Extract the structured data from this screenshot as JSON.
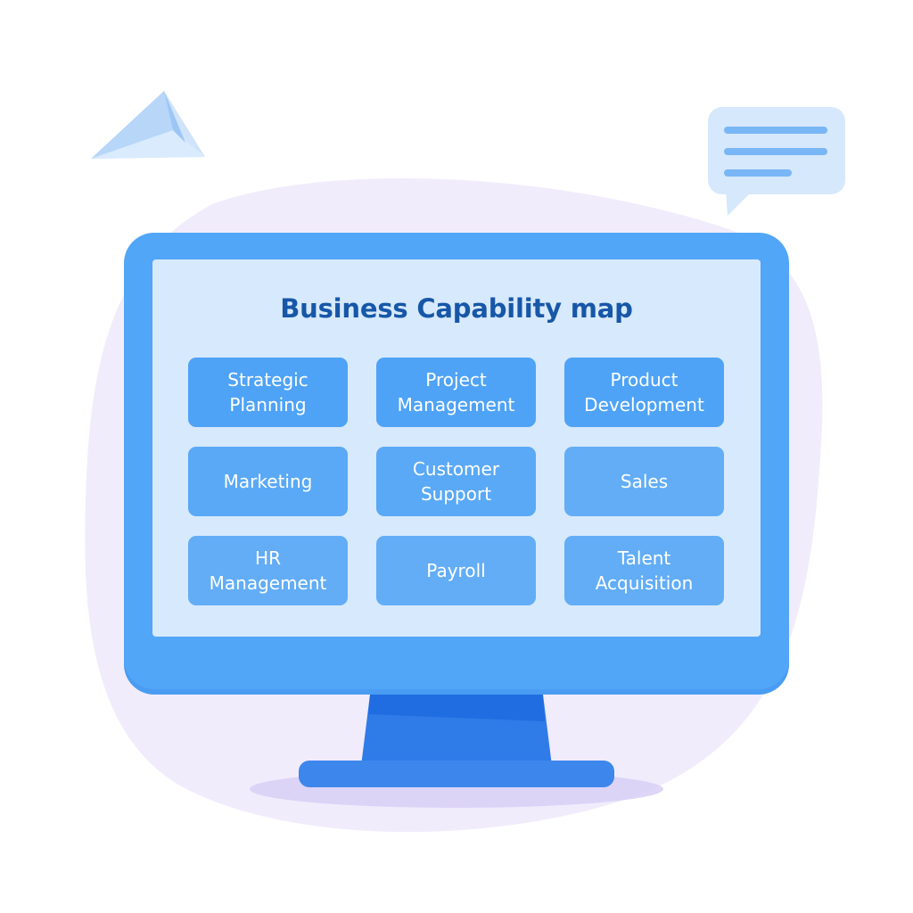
{
  "title": "Business Capability map",
  "capabilities": [
    {
      "label": "Strategic\nPlanning",
      "color": "#4fa3f6"
    },
    {
      "label": "Project\nManagement",
      "color": "#4fa3f6"
    },
    {
      "label": "Product\nDevelopment",
      "color": "#4fa3f6"
    },
    {
      "label": "Marketing",
      "color": "#5aa9f6"
    },
    {
      "label": "Customer\nSupport",
      "color": "#5aa9f6"
    },
    {
      "label": "Sales",
      "color": "#62adf6"
    },
    {
      "label": "HR\nManagement",
      "color": "#62adf6"
    },
    {
      "label": "Payroll",
      "color": "#62adf6"
    },
    {
      "label": "Talent\nAcquisition",
      "color": "#62adf6"
    }
  ],
  "colors": {
    "monitor_frame": "#52a6f7",
    "screen": "#d7e9fc",
    "title_text": "#1757a8",
    "stand": "#3d86ec",
    "stand_dark": "#1f6de0",
    "backdrop_blob": "#f1ecfb",
    "accent_light": "#cfe5fc"
  },
  "icons": {
    "plane": "paper-plane-icon",
    "bubble": "chat-bubble-icon"
  }
}
